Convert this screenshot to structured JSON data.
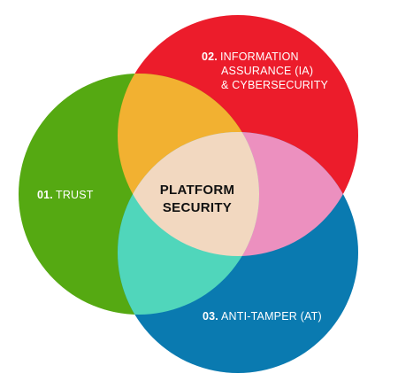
{
  "colors": {
    "information_assurance": "#ec1c2b",
    "trust": "#55a912",
    "anti_tamper": "#0a7ab0",
    "trust_ia_overlap": "#f2b131",
    "ia_at_overlap": "#ec90bf",
    "trust_at_overlap": "#50d6bb",
    "core": "#f2d8c0",
    "label_text": "#ffffff",
    "center_text": "#111111"
  },
  "circles": [
    {
      "id": "information-assurance",
      "number": "02.",
      "label_lines": [
        "INFORMATION",
        "ASSURANCE (IA)",
        "& CYBERSECURITY"
      ]
    },
    {
      "id": "trust",
      "number": "01.",
      "label_lines": [
        "TRUST"
      ]
    },
    {
      "id": "anti-tamper",
      "number": "03.",
      "label_lines": [
        "ANTI-TAMPER (AT)"
      ]
    }
  ],
  "center": {
    "line1": "PLATFORM",
    "line2": "SECURITY"
  }
}
